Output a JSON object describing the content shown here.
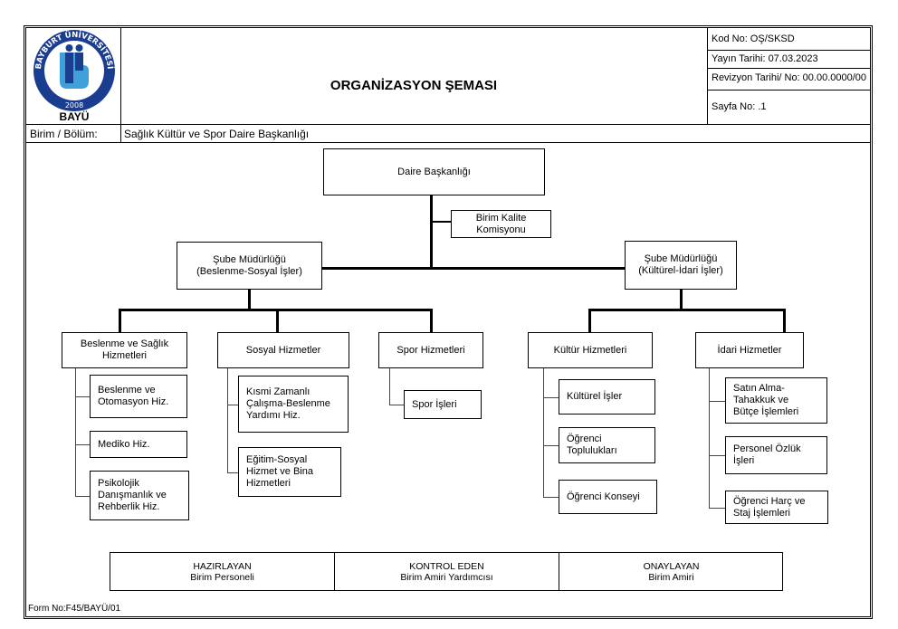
{
  "header": {
    "logo": {
      "ring_text": "BAYBURT ÜNİVERSİTESİ",
      "year": "2008",
      "abbr": "BAYÜ"
    },
    "title": "ORGANİZASYON ŞEMASI",
    "meta": {
      "kod_no": "Kod No: OŞ/SKSD",
      "yayin_tarihi": "Yayın Tarihi: 07.03.2023",
      "revizyon": "Revizyon Tarihi/ No: 00.00.0000/00",
      "sayfa": "Sayfa No: .1"
    }
  },
  "unit": {
    "label": "Birim / Bölüm:",
    "value": "Sağlık Kültür ve Spor Daire Başkanlığı"
  },
  "org": {
    "root": "Daire Başkanlığı",
    "staff": "Birim Kalite\nKomisyonu",
    "branches": [
      {
        "title": "Şube Müdürlüğü\n(Beslenme-Sosyal İşler)",
        "divisions": [
          {
            "title": "Beslenme ve Sağlık\nHizmetleri",
            "units": [
              "Beslenme ve\nOtomasyon Hiz.",
              "Mediko Hiz.",
              "Psikolojik\nDanışmanlık ve\nRehberlik Hiz."
            ]
          },
          {
            "title": "Sosyal Hizmetler",
            "units": [
              "Kısmi Zamanlı\nÇalışma-Beslenme\nYardımı Hiz.",
              "Eğitim-Sosyal\nHizmet ve Bina\nHizmetleri"
            ]
          },
          {
            "title": "Spor Hizmetleri",
            "units": [
              "Spor İşleri"
            ]
          }
        ]
      },
      {
        "title": "Şube Müdürlüğü\n(Kültürel-İdari İşler)",
        "divisions": [
          {
            "title": "Kültür Hizmetleri",
            "units": [
              "Kültürel İşler",
              "Öğrenci\nToplulukları",
              "Öğrenci Konseyi"
            ]
          },
          {
            "title": "İdari Hizmetler",
            "units": [
              "Satın Alma-\nTahakkuk ve\nBütçe İşlemleri",
              "Personel Özlük\nİşleri",
              "Öğrenci Harç ve\nStaj İşlemleri"
            ]
          }
        ]
      }
    ]
  },
  "signatures": [
    {
      "role": "HAZIRLAYAN",
      "person": "Birim Personeli"
    },
    {
      "role": "KONTROL EDEN",
      "person": "Birim Amiri Yardımcısı"
    },
    {
      "role": "ONAYLAYAN",
      "person": "Birim Amiri"
    }
  ],
  "footer": {
    "form_no": "Form No:F45/BAYÜ/01"
  }
}
